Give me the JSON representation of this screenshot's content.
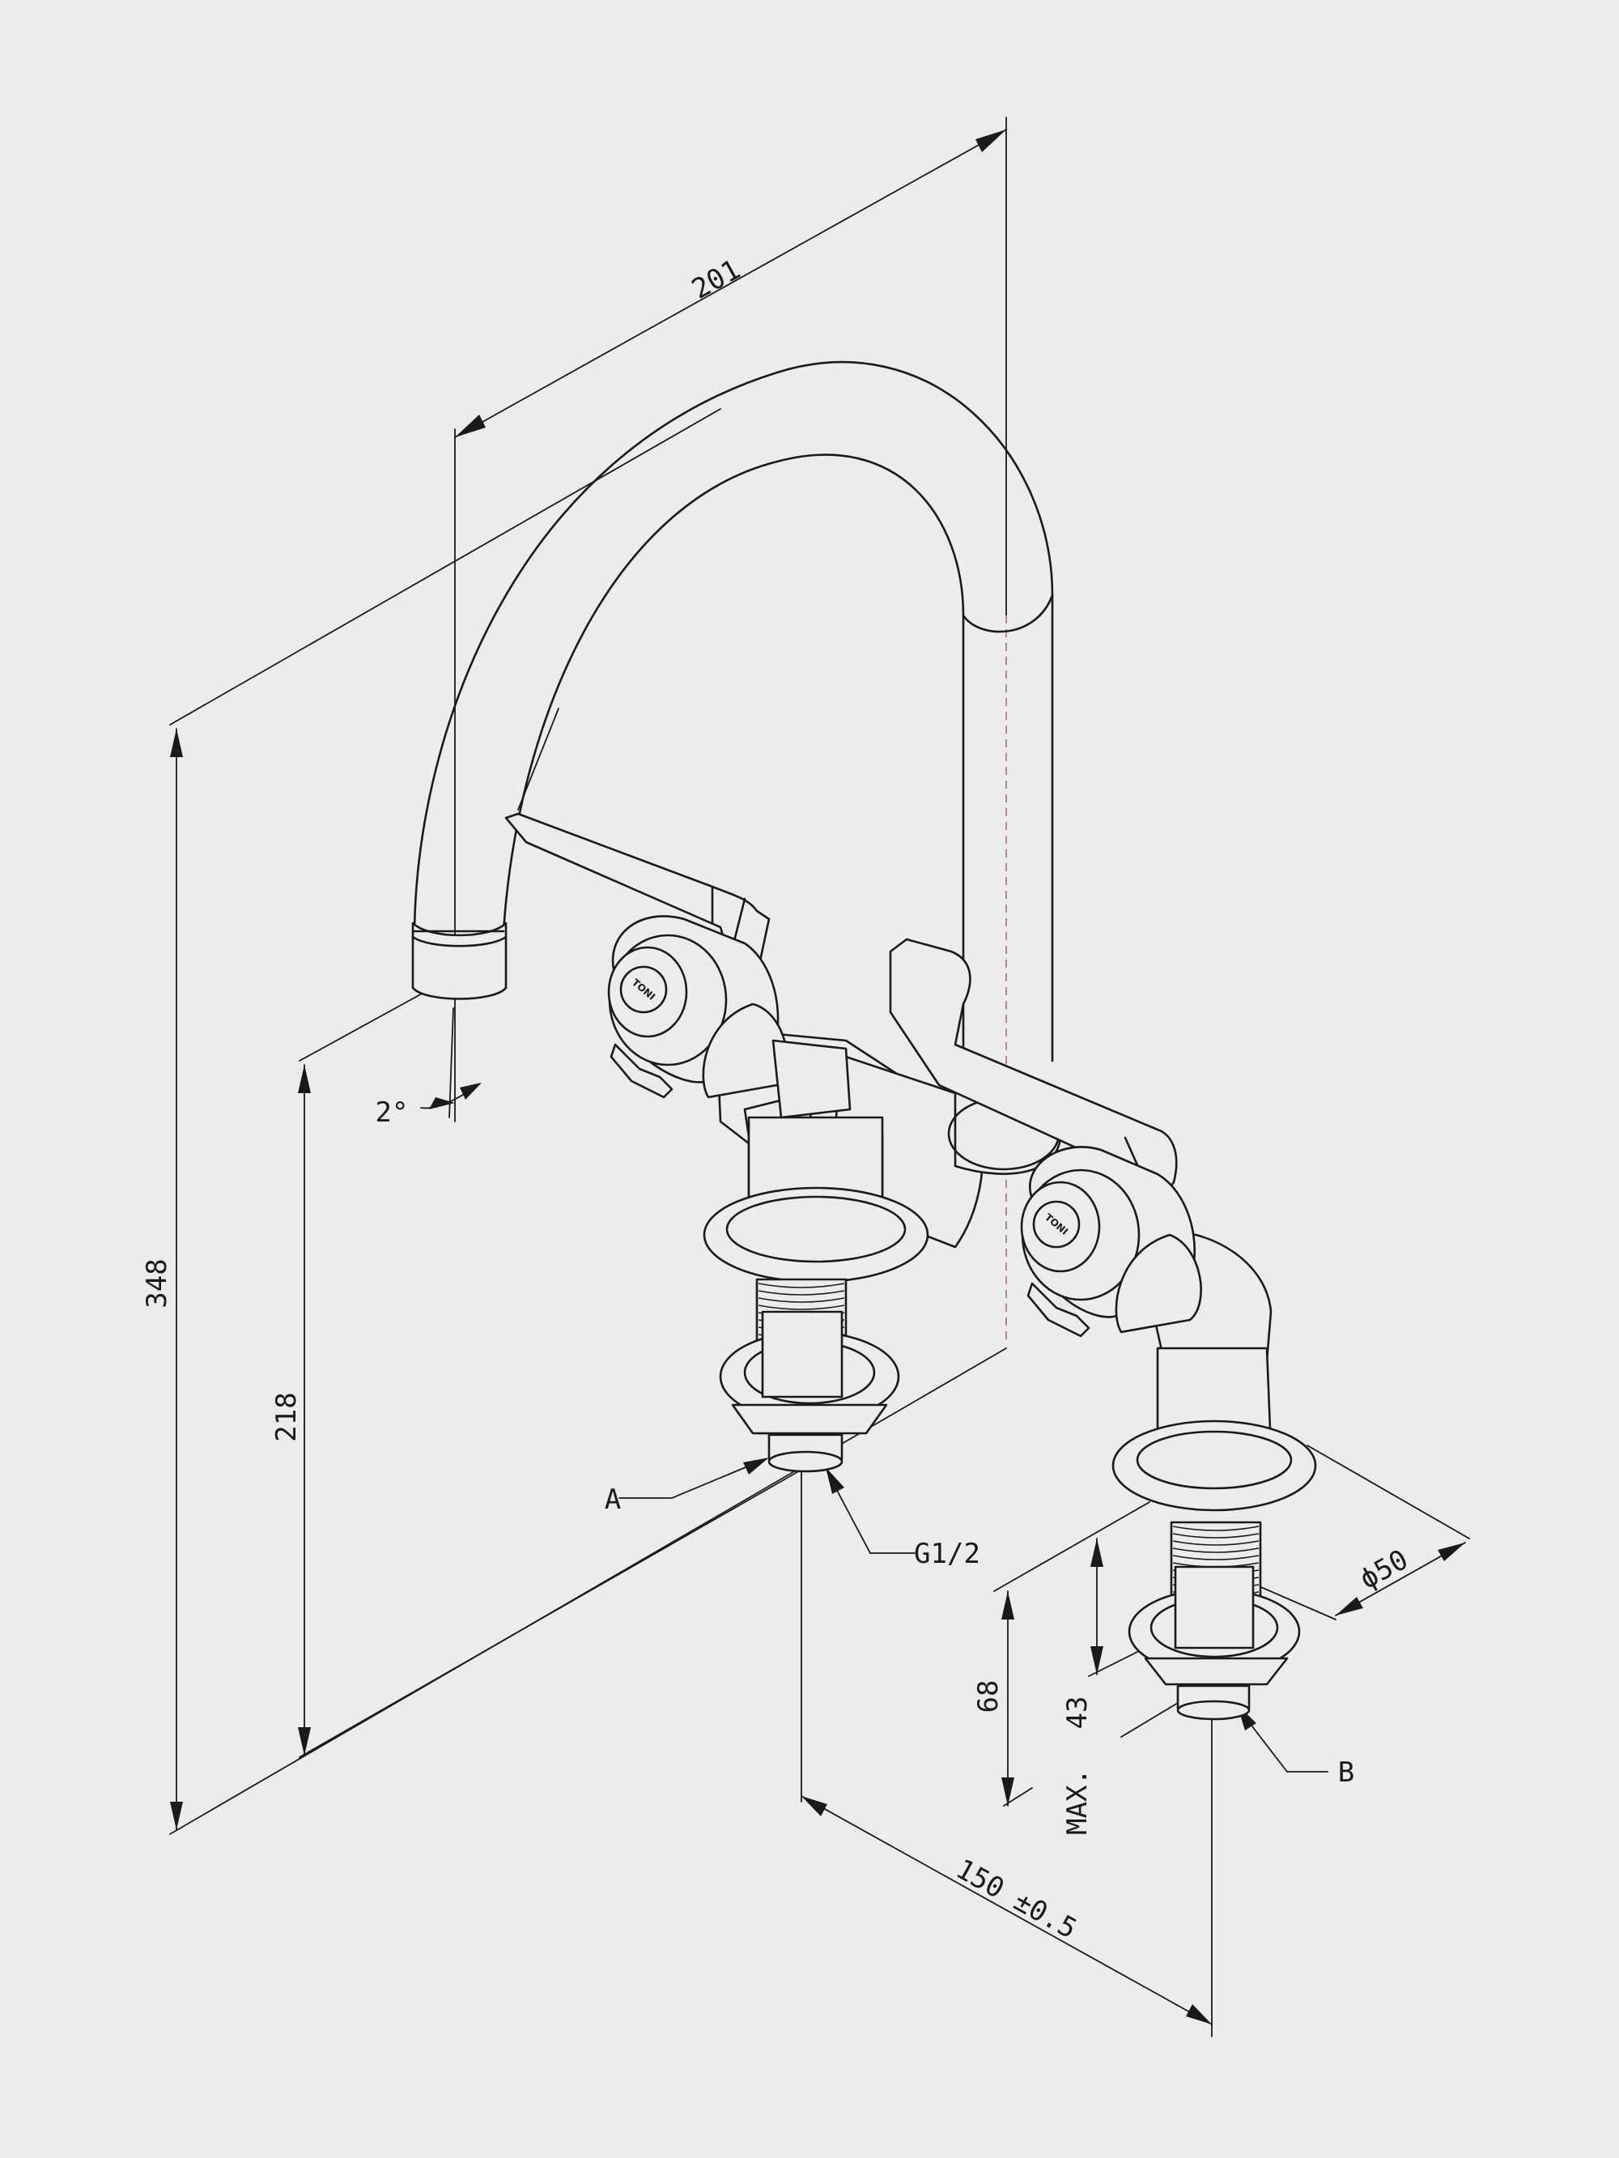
{
  "dimensions": {
    "reach": "201",
    "total_height": "348",
    "outlet_height": "218",
    "spout_angle": "2°",
    "center_distance": "150 ±0.5",
    "flange_diameter": "ϕ50",
    "shank_length": "68",
    "max_deck_thickness_value": "43",
    "max_deck_thickness_prefix": "MAX."
  },
  "callouts": {
    "connection_a": "A",
    "connection_b": "B",
    "thread_size": "G1/2"
  },
  "brand_logo_text": "TONI",
  "colors": {
    "background": "#ececec",
    "line": "#1a1a1a",
    "centerline": "#b08080"
  }
}
